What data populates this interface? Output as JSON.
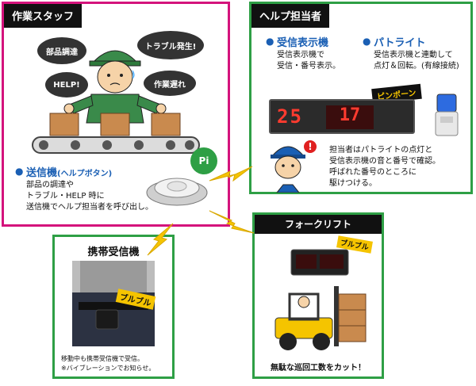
{
  "staff": {
    "title": "作業スタッフ",
    "bubbles": [
      "部品調達",
      "トラブル発生!",
      "HELP!",
      "作業遅れ"
    ],
    "transmitter_title": "送信機",
    "transmitter_subtitle": "(ヘルプボタン)",
    "desc_lines": [
      "部品の調達や",
      "トラブル・HELP 時に",
      "送信機でヘルプ担当者を呼び出し。"
    ],
    "pi_label": "Pi"
  },
  "helper": {
    "title": "ヘルプ担当者",
    "display_title": "受信表示機",
    "display_desc": [
      "受信表示機で",
      "受信・番号表示。"
    ],
    "light_title": "パトライト",
    "light_desc": [
      "受信表示機と連動して",
      "点灯＆回転。(有線接続)"
    ],
    "chime": "ピンポーン",
    "display_digits": "25",
    "display_digits2": "17",
    "desc_lines": [
      "担当者はパトライトの点灯と",
      "受信表示機の音と番号で確認。",
      "呼ばれた番号のところに",
      "駆けつける。"
    ]
  },
  "mobile": {
    "title": "携帯受信機",
    "vibe": "ブルブル",
    "desc_lines": [
      "移動中も携帯受信機で受信。",
      "※バイブレーションでお知らせ。"
    ]
  },
  "fork": {
    "title": "フォークリフト",
    "vibe": "ブルブル",
    "caption": "無駄な巡回工数をカット！"
  },
  "colors": {
    "magenta": "#d4137c",
    "green": "#2e9f45",
    "blue": "#1a5fb4",
    "yellow": "#f5c400"
  }
}
